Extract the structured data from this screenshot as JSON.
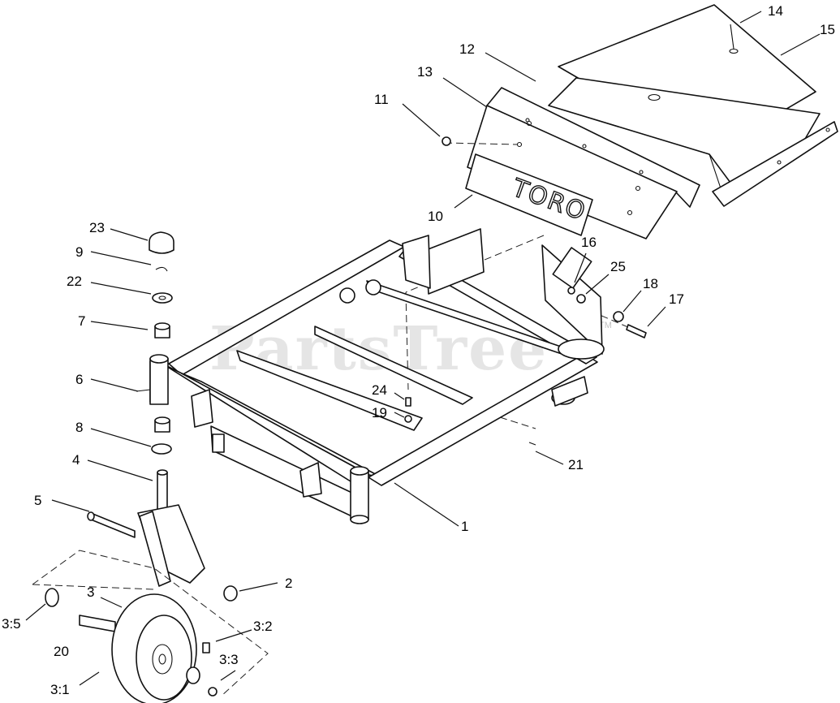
{
  "watermark": {
    "text": "PartsTree",
    "trademark": "TM"
  },
  "decal_text": "TORO",
  "callouts": [
    {
      "id": "c1",
      "label": "1"
    },
    {
      "id": "c2",
      "label": "2"
    },
    {
      "id": "c3",
      "label": "3"
    },
    {
      "id": "c3_1",
      "label": "3:1"
    },
    {
      "id": "c3_2",
      "label": "3:2"
    },
    {
      "id": "c3_3",
      "label": "3:3"
    },
    {
      "id": "c3_5",
      "label": "3:5"
    },
    {
      "id": "c4",
      "label": "4"
    },
    {
      "id": "c5",
      "label": "5"
    },
    {
      "id": "c6",
      "label": "6"
    },
    {
      "id": "c7",
      "label": "7"
    },
    {
      "id": "c8",
      "label": "8"
    },
    {
      "id": "c9",
      "label": "9"
    },
    {
      "id": "c10",
      "label": "10"
    },
    {
      "id": "c11",
      "label": "11"
    },
    {
      "id": "c12",
      "label": "12"
    },
    {
      "id": "c13",
      "label": "13"
    },
    {
      "id": "c14",
      "label": "14"
    },
    {
      "id": "c15",
      "label": "15"
    },
    {
      "id": "c16",
      "label": "16"
    },
    {
      "id": "c17",
      "label": "17"
    },
    {
      "id": "c18",
      "label": "18"
    },
    {
      "id": "c19",
      "label": "19"
    },
    {
      "id": "c20",
      "label": "20"
    },
    {
      "id": "c21",
      "label": "21"
    },
    {
      "id": "c22",
      "label": "22"
    },
    {
      "id": "c23",
      "label": "23"
    },
    {
      "id": "c24",
      "label": "24"
    },
    {
      "id": "c25",
      "label": "25"
    }
  ]
}
